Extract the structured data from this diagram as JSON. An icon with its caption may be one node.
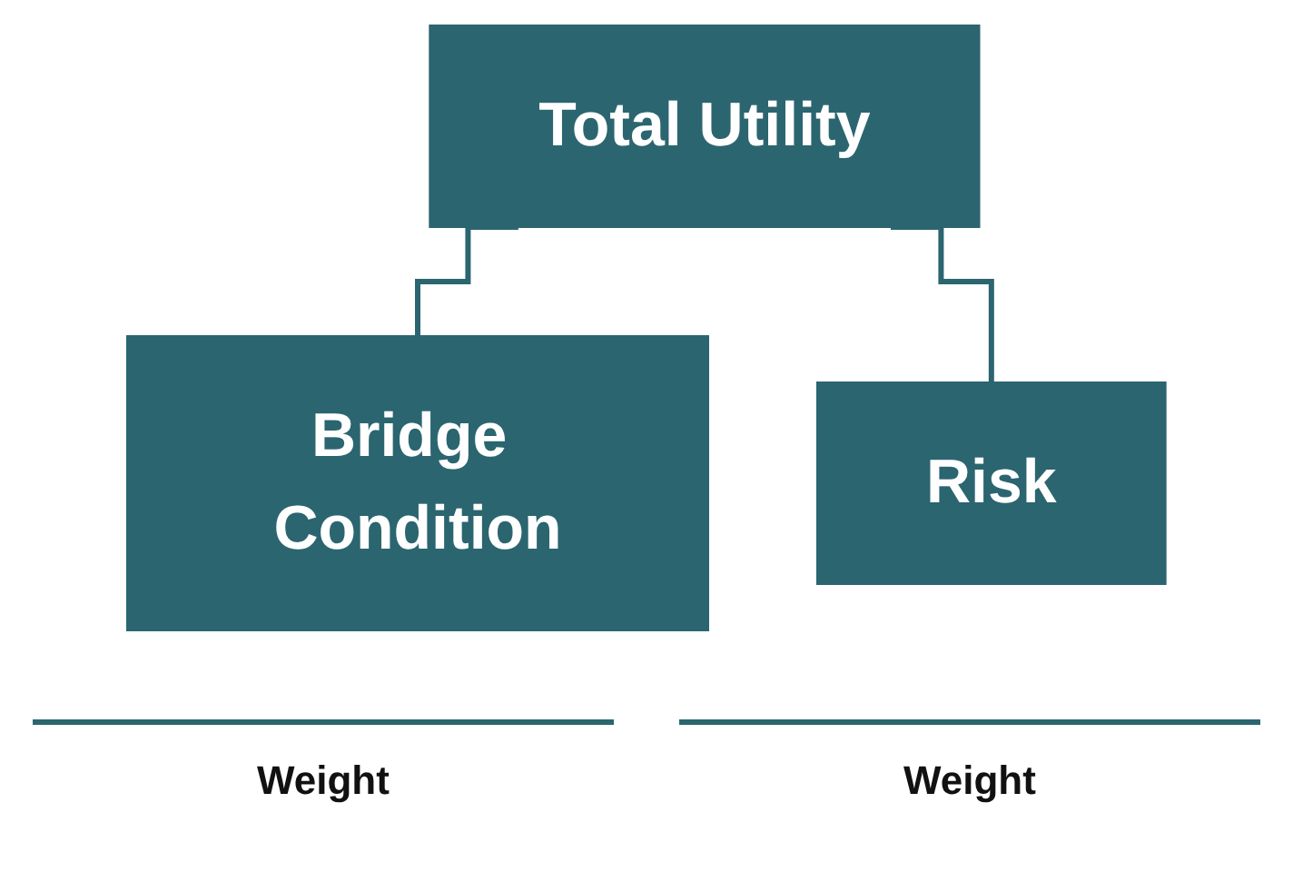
{
  "diagram": {
    "nodes": [
      {
        "text": [
          "Total Utility"
        ]
      },
      {
        "text": [
          "Bridge Condition"
        ]
      },
      {
        "text": [
          "Risk"
        ]
      }
    ],
    "edges": [
      {
        "from": 0,
        "to": 1,
        "arrow": "none"
      },
      {
        "from": 0,
        "to": 2,
        "arrow": "none"
      }
    ],
    "labels": [
      "Weight",
      "Weight"
    ]
  }
}
